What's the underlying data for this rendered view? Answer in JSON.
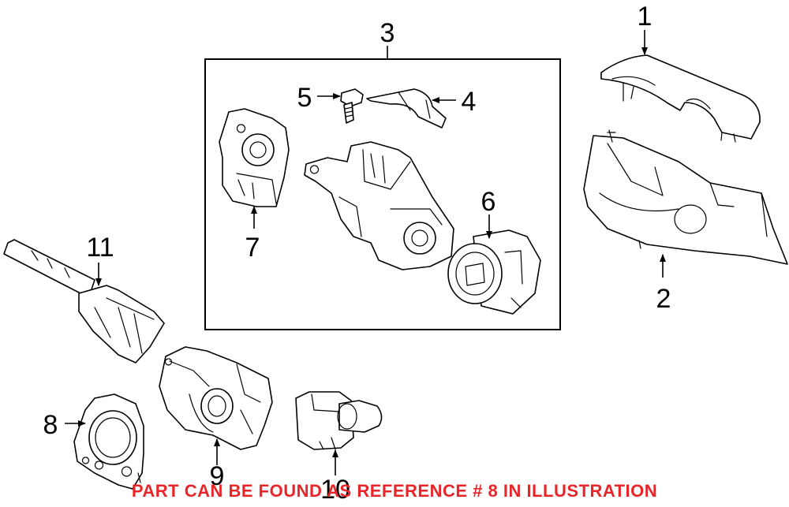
{
  "callouts": {
    "c1": "1",
    "c2": "2",
    "c3": "3",
    "c4": "4",
    "c5": "5",
    "c6": "6",
    "c7": "7",
    "c8": "8",
    "c9": "9",
    "c10": "10",
    "c11": "11"
  },
  "caption": {
    "text": "PART CAN BE FOUND AS REFERENCE # 8 IN ILLUSTRATION",
    "color": "#e8262a"
  },
  "colors": {
    "line": "#000000",
    "background": "#ffffff"
  }
}
